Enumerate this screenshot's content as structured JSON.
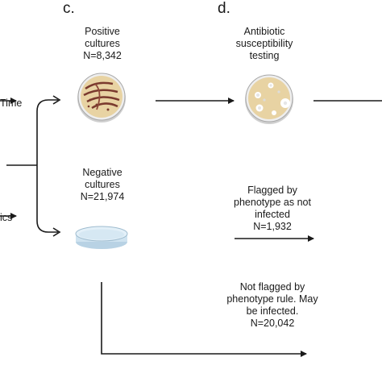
{
  "panels": {
    "c": "c.",
    "d": "d."
  },
  "left_fragments": {
    "time": "Time",
    "ics": "ics"
  },
  "positive": {
    "line1": "Positive",
    "line2": "cultures",
    "count": "N=8,342"
  },
  "negative": {
    "line1": "Negative",
    "line2": "cultures",
    "count": "N=21,974"
  },
  "ast": {
    "line1": "Antibiotic",
    "line2": "susceptibility",
    "line3": "testing"
  },
  "flagged": {
    "line1": "Flagged by",
    "line2": "phenotype as not",
    "line3": "infected",
    "count": "N=1,932"
  },
  "not_flagged": {
    "line1": "Not flagged by",
    "line2": "phenotype rule. May",
    "line3": "be infected.",
    "count": "N=20,042"
  },
  "colors": {
    "line": "#1a1a1a",
    "agar": "#e8d3a3",
    "colony_brown": "#7a3a2e",
    "dish_blue": "#d6e8f3",
    "halo": "#ffffff"
  }
}
